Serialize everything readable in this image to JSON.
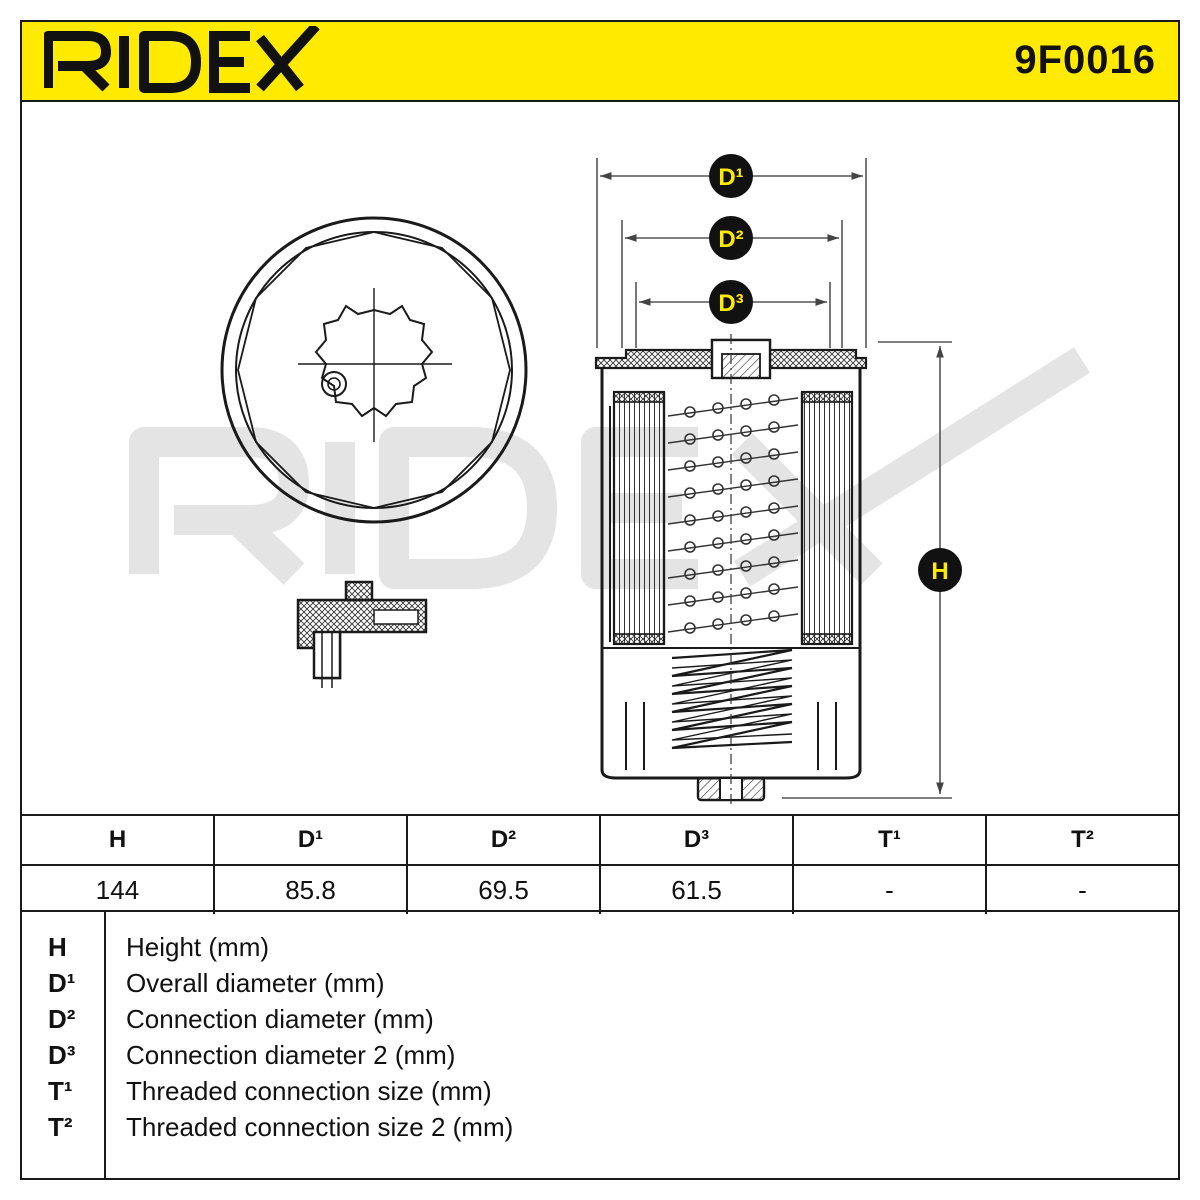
{
  "header": {
    "brand": "RIDEX",
    "part_number": "9F0016",
    "background_color": "#ffea00"
  },
  "drawing": {
    "watermark": "RIDEX",
    "dimension_labels": {
      "d1": "D¹",
      "d2": "D²",
      "d3": "D³",
      "h": "H"
    }
  },
  "specs": {
    "headers": [
      "H",
      "D¹",
      "D²",
      "D³",
      "T¹",
      "T²"
    ],
    "values": [
      "144",
      "85.8",
      "69.5",
      "61.5",
      "-",
      "-"
    ]
  },
  "legend": [
    {
      "code": "H",
      "text": "Height (mm)"
    },
    {
      "code": "D¹",
      "text": "Overall diameter (mm)"
    },
    {
      "code": "D²",
      "text": "Connection diameter (mm)"
    },
    {
      "code": "D³",
      "text": "Connection diameter 2 (mm)"
    },
    {
      "code": "T¹",
      "text": "Threaded connection size (mm)"
    },
    {
      "code": "T²",
      "text": "Threaded connection size 2 (mm)"
    }
  ]
}
